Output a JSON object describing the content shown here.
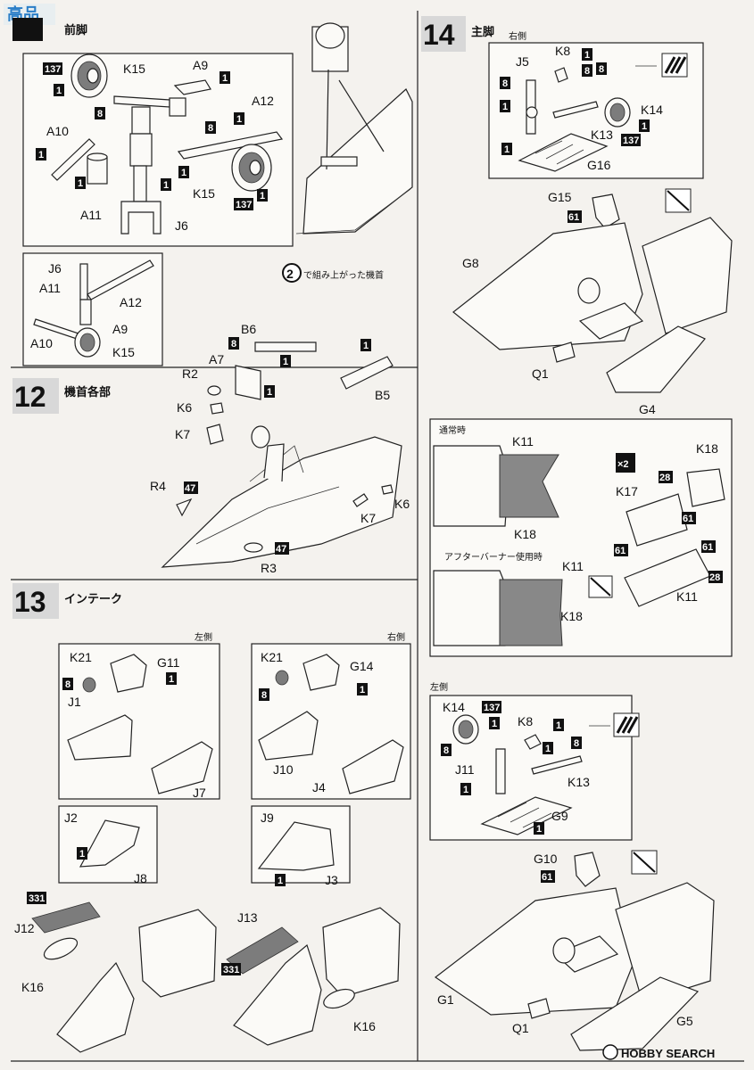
{
  "watermark_top": "高品",
  "watermark_bottom": "HOBBY SEARCH",
  "steps": {
    "s11": {
      "title": "前脚"
    },
    "s12": {
      "num": "12",
      "title": "機首各部"
    },
    "s13": {
      "num": "13",
      "title": "インテーク",
      "left": "左側",
      "right": "右側"
    },
    "s14": {
      "num": "14",
      "title": "主脚",
      "right": "右側",
      "left": "左側"
    }
  },
  "notes": {
    "assembled_circle": "2",
    "assembled_text": "で組み上がった機首",
    "normal": "通常時",
    "afterburner": "アフターバーナー使用時",
    "times": "×2"
  },
  "labels": {
    "K15": "K15",
    "A9": "A9",
    "A12": "A12",
    "A10": "A10",
    "A11": "A11",
    "J6": "J6",
    "B6": "B6",
    "A7": "A7",
    "R2": "R2",
    "K6": "K6",
    "K7": "K7",
    "B5": "B5",
    "R4": "R4",
    "R3": "R3",
    "K21": "K21",
    "G11": "G11",
    "J1": "J1",
    "J7": "J7",
    "J2": "J2",
    "J8": "J8",
    "J12": "J12",
    "K16": "K16",
    "G14": "G14",
    "J10": "J10",
    "J4": "J4",
    "J9": "J9",
    "J3": "J3",
    "J13": "J13",
    "J5": "J5",
    "K8": "K8",
    "K14": "K14",
    "K13": "K13",
    "G16": "G16",
    "G15": "G15",
    "G8": "G8",
    "Q1": "Q1",
    "G4": "G4",
    "K11": "K11",
    "K18": "K18",
    "K17": "K17",
    "J11": "J11",
    "G9": "G9",
    "G10": "G10",
    "G1": "G1",
    "G5": "G5"
  },
  "badges": {
    "b1": "1",
    "b8": "8",
    "b137": "137",
    "b47": "47",
    "b331": "331",
    "b61": "61",
    "b28": "28"
  }
}
